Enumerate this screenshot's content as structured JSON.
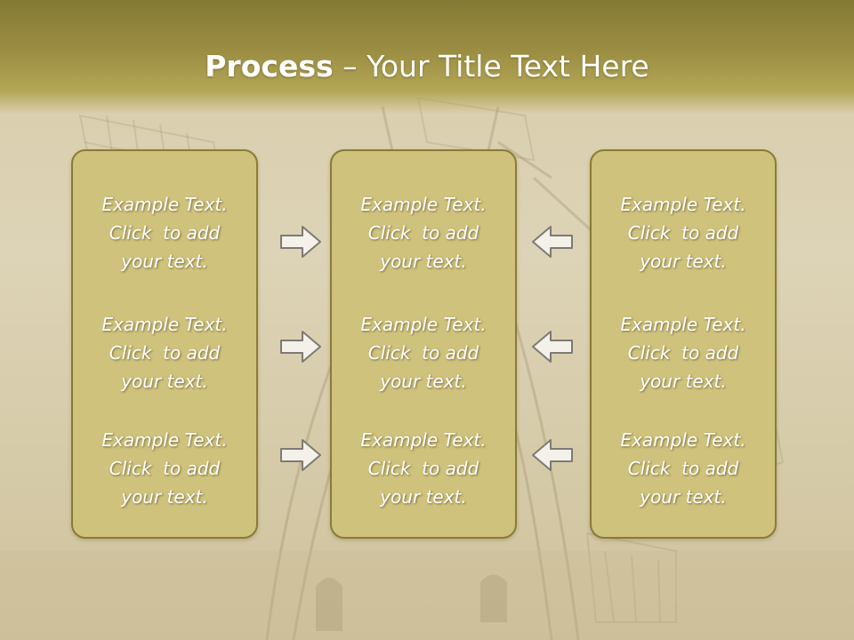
{
  "slide": {
    "title_bold": "Process",
    "title_rest": " – Your Title Text Here"
  },
  "panels": [
    {
      "blocks": [
        {
          "line1": "Example Text.",
          "line2": "Click  to add",
          "line3": "your text."
        },
        {
          "line1": "Example Text.",
          "line2": "Click  to add",
          "line3": "your text."
        },
        {
          "line1": "Example Text.",
          "line2": "Click  to add",
          "line3": "your text."
        }
      ]
    },
    {
      "blocks": [
        {
          "line1": "Example Text.",
          "line2": "Click  to add",
          "line3": "your text."
        },
        {
          "line1": "Example Text.",
          "line2": "Click  to add",
          "line3": "your text."
        },
        {
          "line1": "Example Text.",
          "line2": "Click  to add",
          "line3": "your text."
        }
      ]
    },
    {
      "blocks": [
        {
          "line1": "Example Text.",
          "line2": "Click  to add",
          "line3": "your text."
        },
        {
          "line1": "Example Text.",
          "line2": "Click  to add",
          "line3": "your text."
        },
        {
          "line1": "Example Text.",
          "line2": "Click  to add",
          "line3": "your text."
        }
      ]
    }
  ],
  "arrows": {
    "left_column": [
      "right-arrow-icon",
      "right-arrow-icon",
      "right-arrow-icon"
    ],
    "right_column": [
      "left-arrow-icon",
      "left-arrow-icon",
      "left-arrow-icon"
    ]
  },
  "colors": {
    "header": "#9b8e42",
    "panel_fill": "#cfc27c",
    "panel_border": "#8a7b35",
    "arrow_fill": "#f4f1ea",
    "arrow_stroke": "#7d7a73"
  }
}
